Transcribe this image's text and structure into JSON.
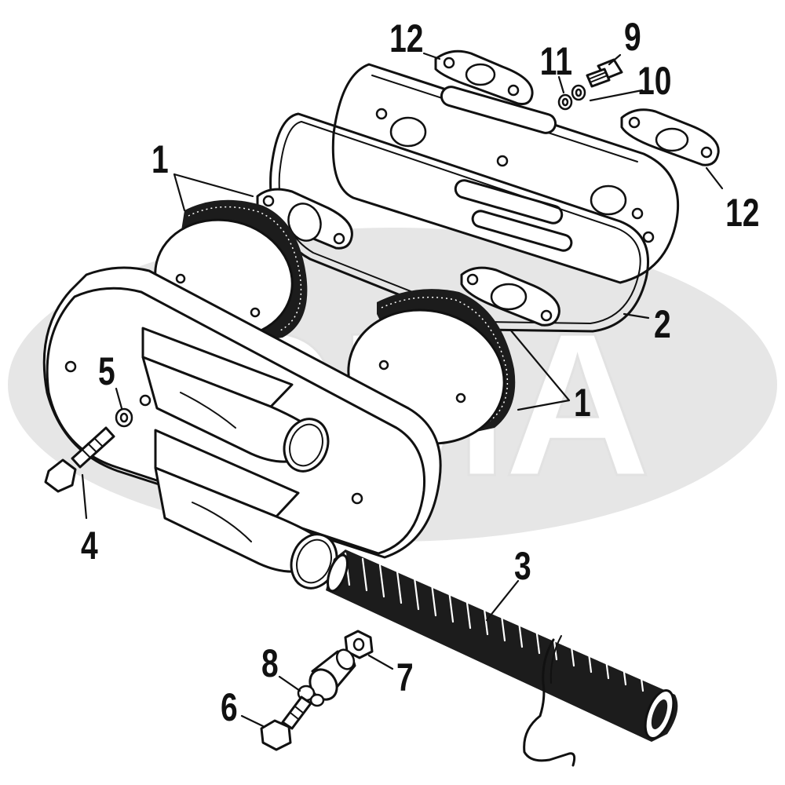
{
  "watermark": {
    "text": "GMA"
  },
  "callouts": [
    {
      "id": "c-12-left",
      "label": "12"
    },
    {
      "id": "c-11",
      "label": "11"
    },
    {
      "id": "c-9",
      "label": "9"
    },
    {
      "id": "c-10",
      "label": "10"
    },
    {
      "id": "c-12-right",
      "label": "12"
    },
    {
      "id": "c-1-top",
      "label": "1"
    },
    {
      "id": "c-2",
      "label": "2"
    },
    {
      "id": "c-1-right",
      "label": "1"
    },
    {
      "id": "c-5",
      "label": "5"
    },
    {
      "id": "c-4",
      "label": "4"
    },
    {
      "id": "c-3",
      "label": "3"
    },
    {
      "id": "c-8",
      "label": "8"
    },
    {
      "id": "c-7",
      "label": "7"
    },
    {
      "id": "c-6",
      "label": "6"
    }
  ],
  "colors": {
    "ink": "#111111",
    "watermark": "#e6e6e6",
    "background": "#ffffff"
  }
}
